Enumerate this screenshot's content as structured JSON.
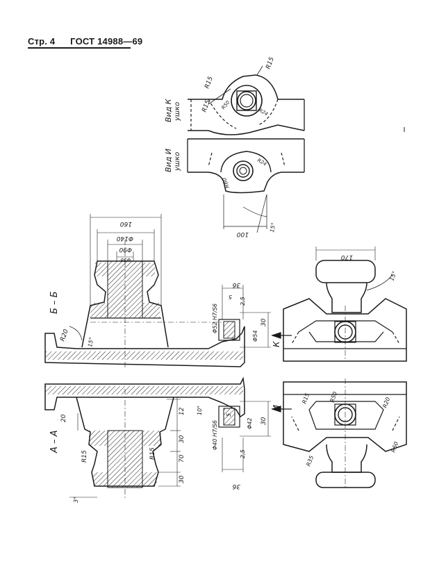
{
  "header": {
    "page": "Стр. 4",
    "standard": "ГОСТ 14988—69"
  },
  "sections": {
    "bb": "Б – Б",
    "aa": "А – А",
    "k_mark": "К",
    "i_mark": "И"
  },
  "views": {
    "k": {
      "title": "Вид К",
      "sub": "ушко"
    },
    "i": {
      "title": "Вид И",
      "sub": "ушко"
    }
  },
  "dims": {
    "d160": "160",
    "d140": "Φ140",
    "d90": "Φ90",
    "d56": "Φ56",
    "d36a": "36",
    "d5a": "5",
    "d25a": "2,5",
    "d30a": "30",
    "d52": "Φ52 H7/S6",
    "d54": "Φ54",
    "r20a": "R20",
    "a15a": "15°",
    "d170": "170",
    "a15b": "15°",
    "r15a": "R15",
    "r15b": "R15",
    "r15c": "R15",
    "r50a": "R50",
    "r24a": "R24",
    "r60a": "R60",
    "r60b": "R60",
    "r24b": "R24",
    "d100": "100",
    "a15c": "15°",
    "d20": "20",
    "d12": "12",
    "a10": "10°",
    "d30b": "30",
    "d70": "70",
    "d30c": "30",
    "a3": "3°",
    "d40": "Φ40 H7/S6",
    "d42": "Φ42",
    "d36b": "36",
    "d5b": "5",
    "d25b": "2,5",
    "d30d": "30",
    "r15d": "R15",
    "r15e": "R15",
    "r50b": "R50",
    "r20b": "R20",
    "r35": "R35",
    "r15f": "R15"
  }
}
